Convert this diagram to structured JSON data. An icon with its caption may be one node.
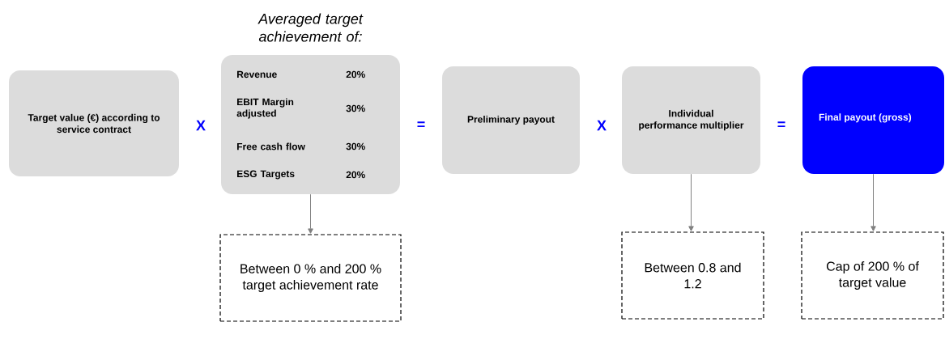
{
  "diagram": {
    "nodes": [
      {
        "text": [
          "Target value (€) according to service contract"
        ]
      },
      {
        "text": [
          "Averaged target achievement of:",
          "Revenue",
          "20%",
          "EBIT Margin adjusted",
          "30%",
          "Free cash flow",
          "30%",
          "ESG Targets",
          "20%"
        ]
      },
      {
        "text": [
          "Preliminary payout"
        ]
      },
      {
        "text": [
          "Individual performance multiplier"
        ]
      },
      {
        "text": [
          "Final payout (gross)"
        ]
      },
      {
        "text": [
          "Between 0 % and 200 % target achievement rate"
        ]
      },
      {
        "text": [
          "Between 0.8 and 1.2"
        ]
      },
      {
        "text": [
          "Cap of 200 % of target value"
        ]
      }
    ],
    "edges": [
      {
        "from": 1,
        "to": 5,
        "arrow": "to"
      },
      {
        "from": 3,
        "to": 6,
        "arrow": "to"
      },
      {
        "from": 4,
        "to": 7,
        "arrow": "to"
      }
    ],
    "labels": [
      "X",
      "=",
      "X",
      "="
    ]
  }
}
